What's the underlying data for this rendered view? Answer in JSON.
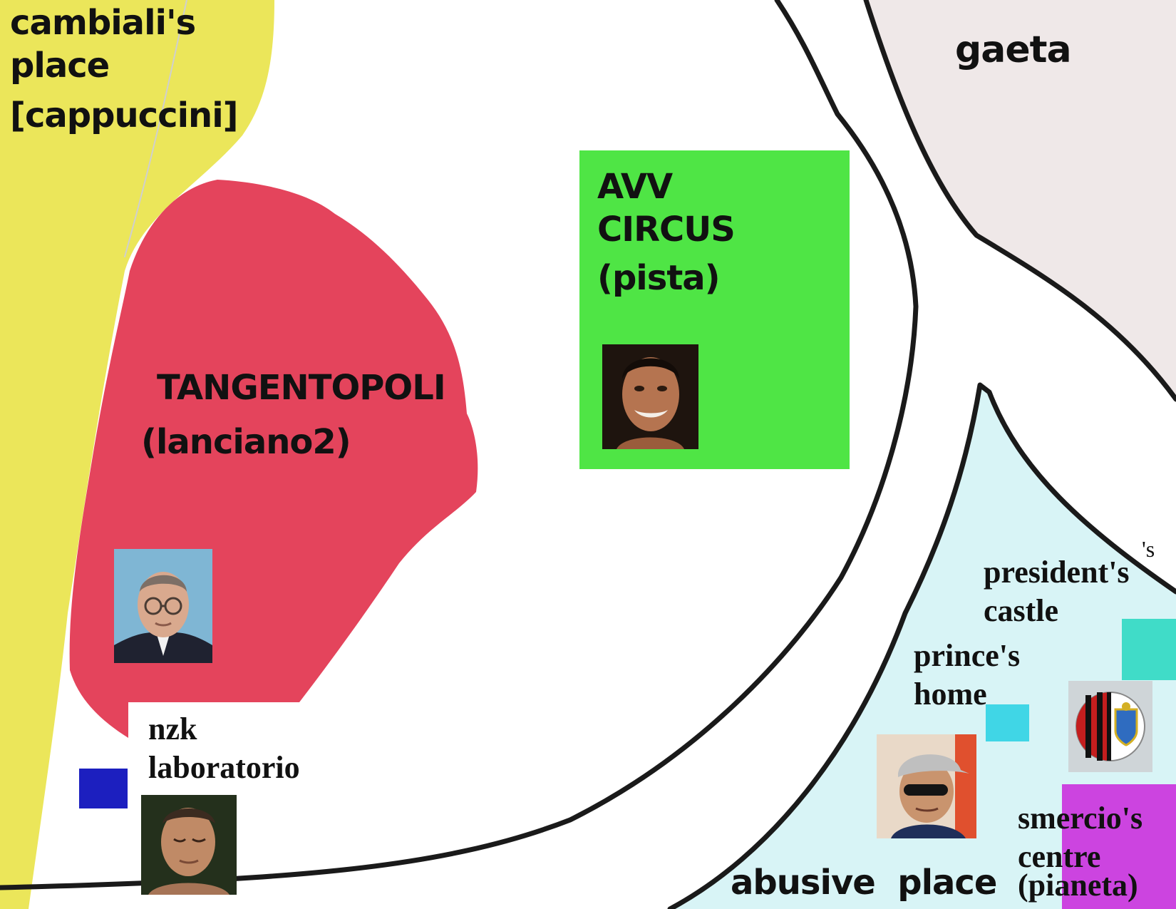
{
  "map": {
    "colors": {
      "background": "#ffffff",
      "cambiali_zone": "#ebe65a",
      "tangentopoli_zone": "#e4445c",
      "circus_zone": "#4fe545",
      "gaeta_zone": "#efe8e8",
      "abusive_zone": "#d8f4f6",
      "roads": "#1a1a1a",
      "marker_blue": "#1c1fbf",
      "marker_teal": "#40dcc8",
      "marker_cyan": "#40d6e6",
      "marker_magenta": "#cc44e0"
    },
    "zones": {
      "cambiali": {
        "lines": [
          "cambiali's",
          "place",
          "[cappuccini]"
        ]
      },
      "tangentopoli": {
        "name": "TANGENTOPOLI",
        "sub": "(lanciano2)"
      },
      "circus": {
        "lines": [
          "AVV",
          "CIRCUS",
          "(pista)"
        ]
      },
      "gaeta": {
        "name": "gaeta"
      },
      "abusive": {
        "name": "abusive  place"
      }
    },
    "places": {
      "nzk": {
        "lines": [
          "nzk",
          "laboratorio"
        ]
      },
      "president": {
        "lines": [
          "president's",
          "castle"
        ],
        "superscript": "'s"
      },
      "prince": {
        "lines": [
          "prince's",
          "home"
        ]
      },
      "smercio": {
        "lines": [
          "smercio's",
          "centre",
          "(pianeta)"
        ]
      }
    },
    "icons": {
      "tangentopoli_photo": "portrait-photo-icon",
      "circus_photo": "portrait-photo-icon",
      "nzk_photo": "portrait-photo-icon",
      "abusive_photo": "portrait-photo-icon",
      "club_crest": "crest-icon"
    }
  }
}
